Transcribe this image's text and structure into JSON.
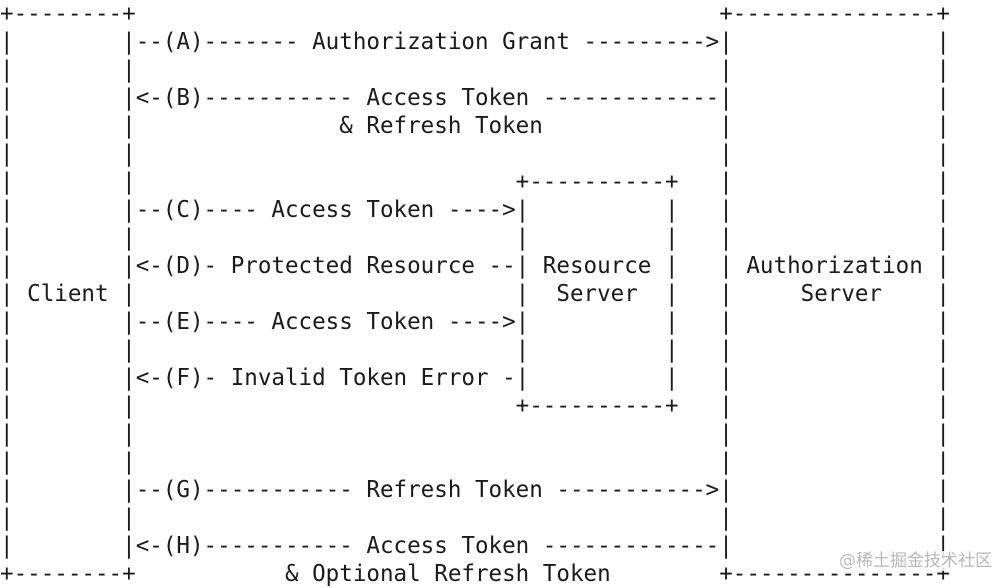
{
  "diagram": {
    "lines": [
      "+--------+                                           +---------------+",
      "|        |--(A)------- Authorization Grant --------->|               |",
      "|        |                                           |               |",
      "|        |<-(B)----------- Access Token -------------|               |",
      "|        |               & Refresh Token             |               |",
      "|        |                                           |               |",
      "|        |                            +----------+   |               |",
      "|        |--(C)---- Access Token ---->|          |   |               |",
      "|        |                            |          |   |               |",
      "|        |<-(D)- Protected Resource --| Resource |   | Authorization |",
      "| Client |                            |  Server  |   |     Server    |",
      "|        |--(E)---- Access Token ---->|          |   |               |",
      "|        |                            |          |   |               |",
      "|        |<-(F)- Invalid Token Error -|          |   |               |",
      "|        |                            +----------+   |               |",
      "|        |                                           |               |",
      "|        |                                           |               |",
      "|        |--(G)----------- Refresh Token ----------->|               |",
      "|        |                                           |               |",
      "|        |<-(H)----------- Access Token -------------|               |",
      "+--------+           & Optional Refresh Token        +---------------+"
    ]
  },
  "watermark": "@稀土掘金技术社区"
}
